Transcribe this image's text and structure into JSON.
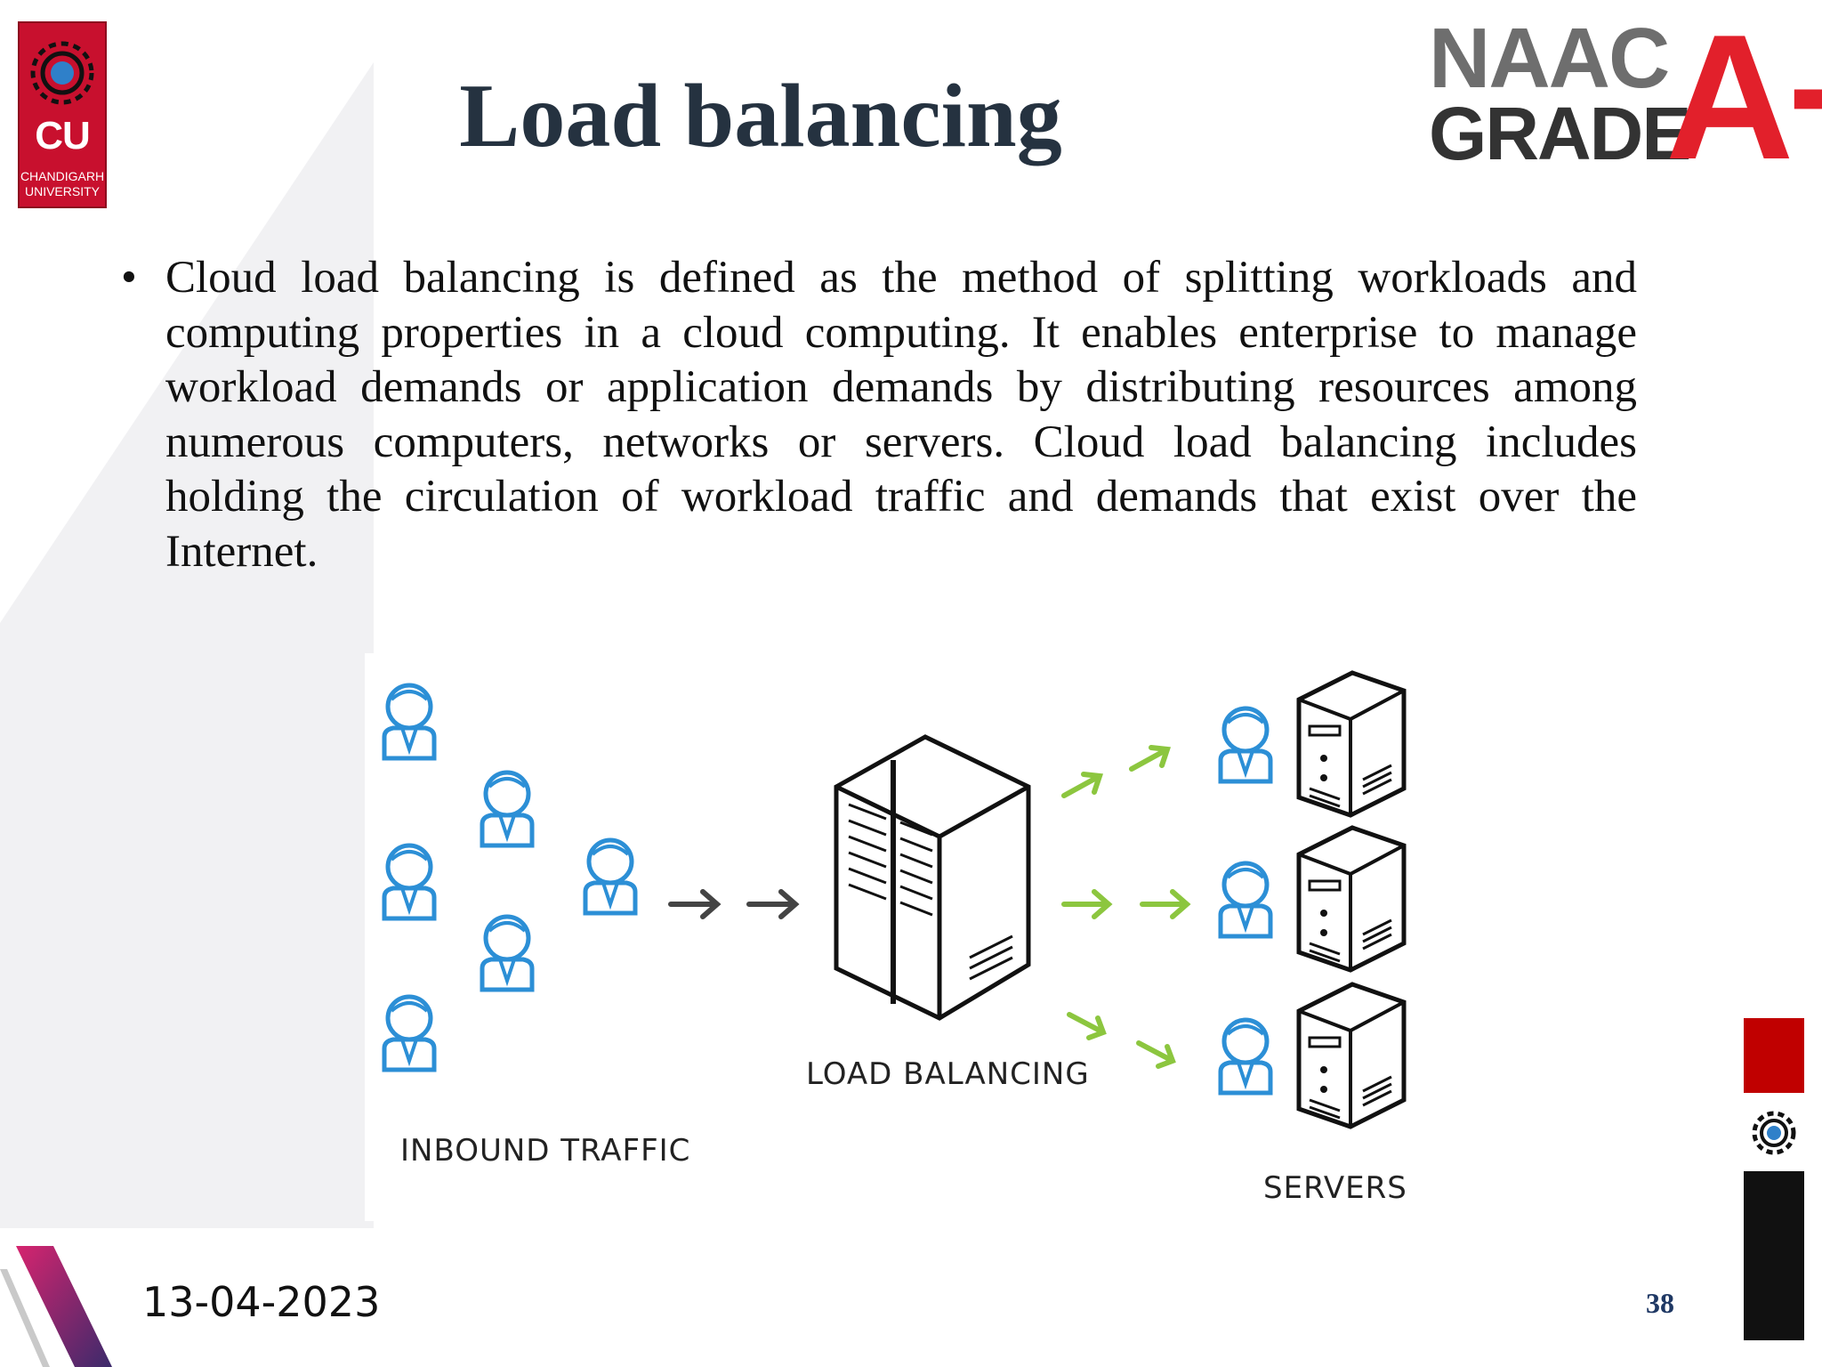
{
  "header": {
    "title": "Load balancing",
    "university_logo": {
      "abbr": "CU",
      "name_line1": "CHANDIGARH",
      "name_line2": "UNIVERSITY"
    },
    "accreditation": {
      "line1": "NAAC",
      "line2": "GRADE",
      "mark": "A+"
    }
  },
  "body": {
    "bullets": [
      "Cloud load balancing is defined as the method of splitting workloads and computing properties in a cloud computing. It enables enterprise to manage workload demands or application demands by distributing resources among numerous computers, networks or servers. Cloud load balancing includes holding the circulation of workload traffic and demands that exist over the Internet."
    ]
  },
  "diagram": {
    "inbound_label": "INBOUND TRAFFIC",
    "balancer_label": "LOAD BALANCING",
    "servers_label": "SERVERS"
  },
  "footer": {
    "date": "13-04-2023",
    "page_number": "38"
  },
  "colors": {
    "title": "#253240",
    "brand_red": "#c8102e",
    "user_blue": "#2c8fd6",
    "arrow_green": "#8cc63f",
    "page_number": "#1f3864"
  }
}
